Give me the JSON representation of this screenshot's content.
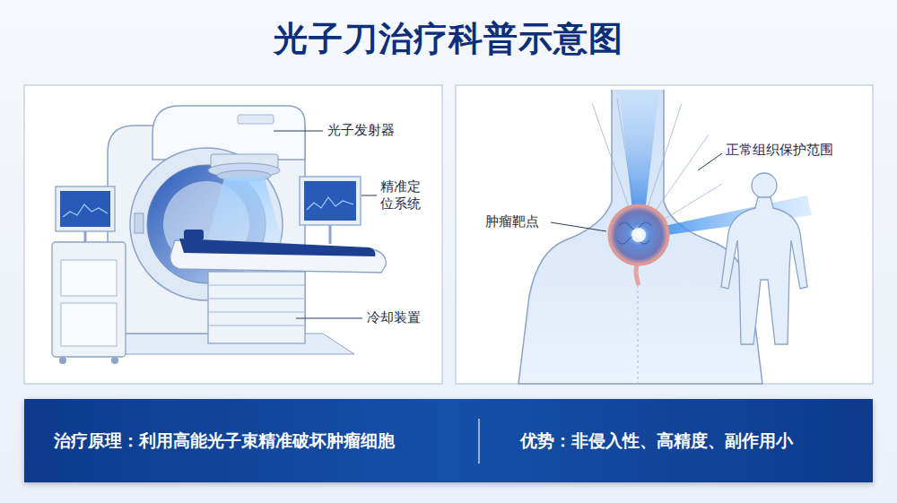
{
  "diagram": {
    "title": "光子刀治疗科普示意图",
    "nodes": [
      {
        "text": [
          "治疗原理：利用高能光子束精准破坏肿瘤细胞",
          "优势：非侵入性、高精度、副作用小"
        ]
      }
    ],
    "labels": [
      "光子发射器",
      "精准定 位系统",
      "冷却装置",
      "正常组织保护范围",
      "肿瘤靶点"
    ]
  }
}
